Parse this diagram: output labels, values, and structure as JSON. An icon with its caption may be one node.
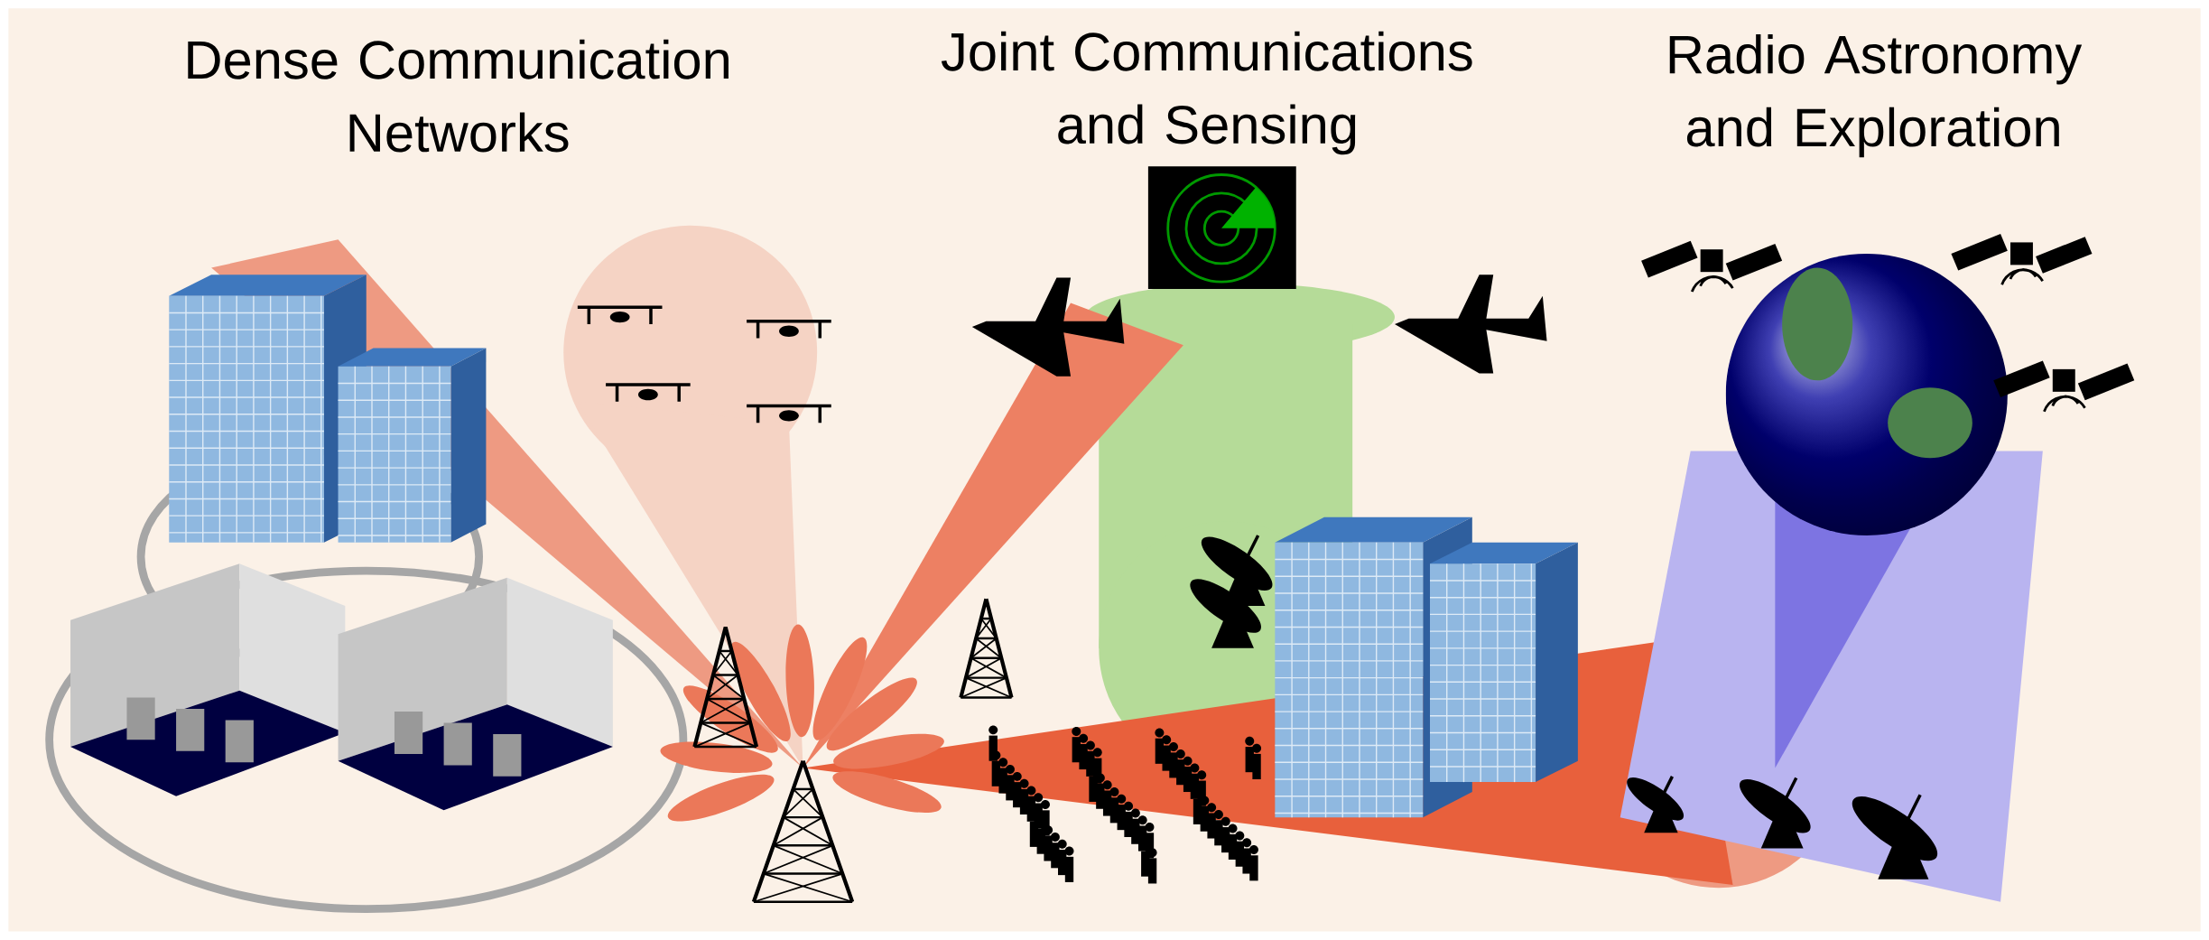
{
  "diagram": {
    "labels": [
      "Dense Communication Networks",
      "Joint Communications and Sensing",
      "Radio Astronomy and Exploration"
    ]
  }
}
